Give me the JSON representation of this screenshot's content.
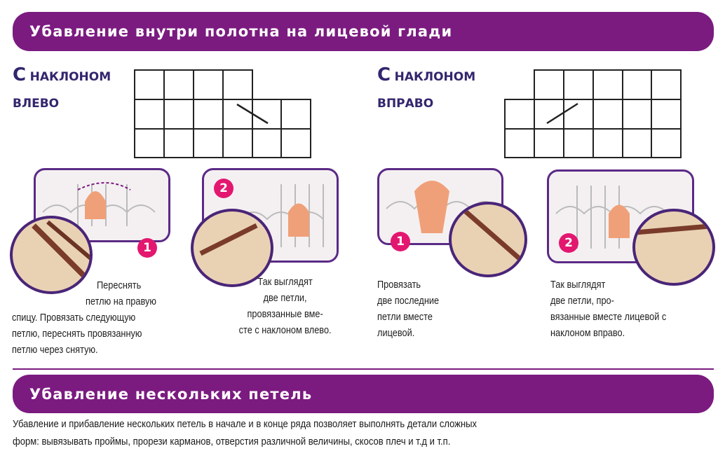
{
  "section1": {
    "title": "Убавление внутри полотна на лицевой глади",
    "left": {
      "heading_cap": "С",
      "heading_rest": "НАКЛОНОМ",
      "heading_line2": "ВЛЕВО",
      "step1": {
        "badge": "1",
        "caption": [
          "Переснять",
          "петлю на правую",
          "спицу. Провязать следующую",
          "петлю, переснять провязанную",
          "петлю через снятую."
        ]
      },
      "step2": {
        "badge": "2",
        "caption": [
          "Так выглядят",
          "две петли,",
          "провязанные вме-",
          "сте с наклоном влево."
        ]
      }
    },
    "right": {
      "heading_cap": "С",
      "heading_rest": "НАКЛОНОМ",
      "heading_line2": "ВПРАВО",
      "step1": {
        "badge": "1",
        "caption": [
          "Провязать",
          "две последние",
          "петли вместе",
          "лицевой."
        ]
      },
      "step2": {
        "badge": "2",
        "caption": [
          "Так выглядят",
          "две петли, про-",
          "вязанные вместе лицевой с",
          "наклоном вправо."
        ]
      }
    }
  },
  "section2": {
    "title": "Убавление нескольких петель",
    "text": [
      "Убавление и прибавление нескольких петель в начале и в конце ряда позволяет выполнять детали сложных",
      "форм: вывязывать проймы, прорези карманов, отверстия различной величины, скосов плеч и т.д и т.п."
    ]
  },
  "colors": {
    "accent": "#7b1b80",
    "badge": "#e3176f",
    "heading": "#33266e"
  }
}
